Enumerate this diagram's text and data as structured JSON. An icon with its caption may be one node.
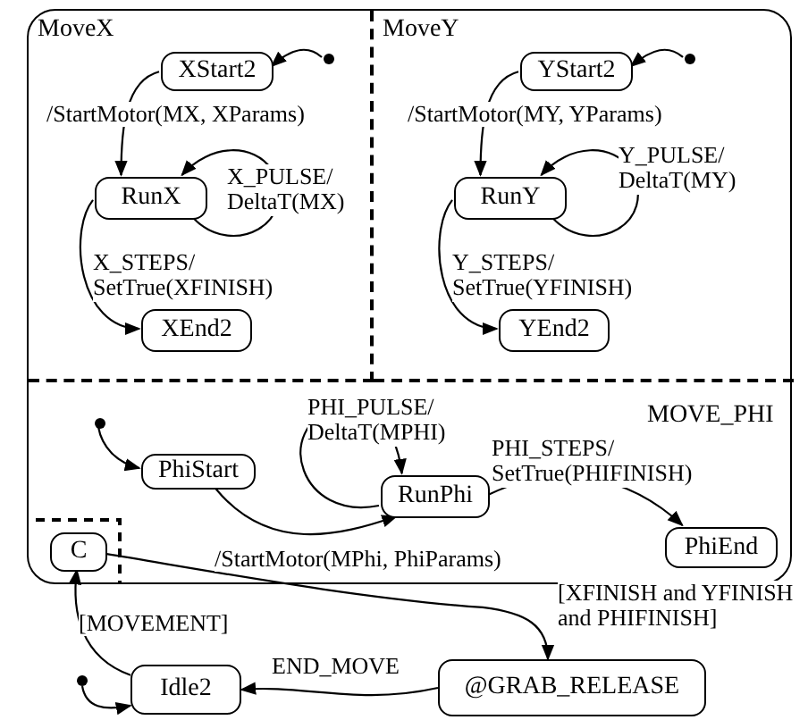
{
  "diagram": {
    "nodes": [
      {
        "text": [
          "MOVE_PHI"
        ]
      },
      {
        "text": [
          "MoveX"
        ],
        "in": 0
      },
      {
        "text": [],
        "shape": "circle",
        "in": 1
      },
      {
        "text": [
          "XStart2"
        ],
        "in": 1
      },
      {
        "text": [
          "RunX"
        ],
        "in": 1
      },
      {
        "text": [
          "XEnd2"
        ],
        "in": 1
      },
      {
        "text": [
          "MoveY"
        ],
        "in": 0
      },
      {
        "text": [],
        "shape": "circle",
        "in": 6
      },
      {
        "text": [
          "YStart2"
        ],
        "in": 6
      },
      {
        "text": [
          "RunY"
        ],
        "in": 6
      },
      {
        "text": [
          "YEnd2"
        ],
        "in": 6
      },
      {
        "text": [],
        "shape": "circle",
        "in": 0
      },
      {
        "text": [
          "PhiStart"
        ],
        "in": 0
      },
      {
        "text": [
          "RunPhi"
        ],
        "in": 0
      },
      {
        "text": [
          "PhiEnd"
        ],
        "in": 0
      },
      {
        "text": [
          "C"
        ],
        "in": 0
      },
      {
        "text": [],
        "shape": "circle"
      },
      {
        "text": [
          "Idle2"
        ]
      },
      {
        "text": [
          "@GRAB_RELEASE"
        ]
      }
    ],
    "edges": [
      {
        "from": 2,
        "to": 3,
        "arrow": "to"
      },
      {
        "from": 3,
        "to": 4,
        "arrow": "to",
        "label": "/StartMotor(MX, XParams)"
      },
      {
        "from": 4,
        "to": 4,
        "arrow": "to",
        "label": "X_PULSE/ DeltaT(MX)"
      },
      {
        "from": 4,
        "to": 5,
        "arrow": "to",
        "label": "X_STEPS/ SetTrue(XFINISH)"
      },
      {
        "from": 7,
        "to": 8,
        "arrow": "to"
      },
      {
        "from": 8,
        "to": 9,
        "arrow": "to",
        "label": "/StartMotor(MY, YParams)"
      },
      {
        "from": 9,
        "to": 9,
        "arrow": "to",
        "label": "Y_PULSE/ DeltaT(MY)"
      },
      {
        "from": 9,
        "to": 10,
        "arrow": "to",
        "label": "Y_STEPS/ SetTrue(YFINISH)"
      },
      {
        "from": 11,
        "to": 12,
        "arrow": "to"
      },
      {
        "from": 12,
        "to": 13,
        "arrow": "to",
        "label": "/StartMotor(MPhi, PhiParams)"
      },
      {
        "from": 13,
        "to": 13,
        "arrow": "to",
        "label": "PHI_PULSE/ DeltaT(MPHI)"
      },
      {
        "from": 13,
        "to": 14,
        "arrow": "to",
        "label": "PHI_STEPS/ SetTrue(PHIFINISH)"
      },
      {
        "from": 15,
        "to": 18,
        "arrow": "to",
        "label": "[XFINISH and YFINISH and PHIFINISH]"
      },
      {
        "from": 18,
        "to": 17,
        "arrow": "to",
        "label": "END_MOVE"
      },
      {
        "from": 17,
        "to": 15,
        "arrow": "to",
        "label": "[MOVEMENT]"
      },
      {
        "from": 16,
        "to": 17,
        "arrow": "to"
      }
    ]
  }
}
